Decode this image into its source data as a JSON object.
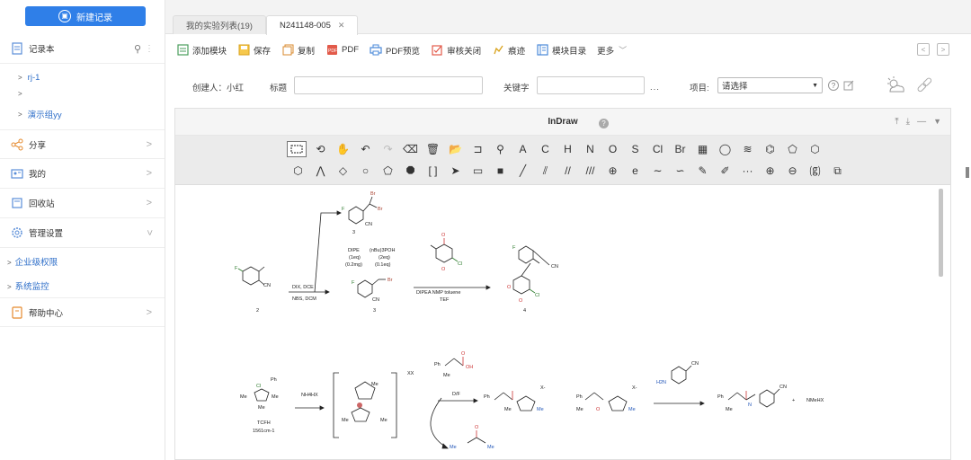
{
  "sidebar": {
    "new_record": "新建记录",
    "notebook": "记录本",
    "tree": [
      "rj-1",
      "",
      "演示组yy"
    ],
    "items": [
      {
        "label": "分享"
      },
      {
        "label": "我的"
      },
      {
        "label": "回收站"
      },
      {
        "label": "管理设置"
      }
    ],
    "sub_items": [
      "企业级权限",
      "系统监控"
    ],
    "help": "帮助中心"
  },
  "tabs": [
    {
      "label": "我的实验列表(19)"
    },
    {
      "label": "N241148-005"
    }
  ],
  "toolbar": {
    "add_module": "添加模块",
    "save": "保存",
    "copy": "复制",
    "pdf": "PDF",
    "pdf_preview": "PDF预览",
    "review_close": "审核关闭",
    "trace": "痕迹",
    "module_dir": "模块目录",
    "more": "更多"
  },
  "form": {
    "creator_label": "创建人：小红",
    "title_label": "标题",
    "title_value": "",
    "keywords_label": "关键字",
    "keywords_value": "",
    "ellipsis": "...",
    "project_label": "项目:",
    "project_value": "请选择"
  },
  "editor": {
    "title": "InDraw",
    "help": "?"
  },
  "tools": {
    "row1": [
      "A",
      "C",
      "H",
      "N",
      "O",
      "S",
      "Cl",
      "Br"
    ],
    "row2": []
  },
  "scheme": {
    "c2_label": "2",
    "c3_label": "3",
    "c3b_label": "3",
    "c4_label": "4",
    "arrow1_top": "DIX, DCE",
    "arrow1_bottom": "NBS, DCM",
    "reagent1": "DIPE",
    "reagent1_eq": "(1eq)",
    "reagent1_amt": "(0.2mg)",
    "reagent2": "(nBu)3POH",
    "reagent2_eq": "(2eq)",
    "reagent2_amt": "(0.1eq)",
    "arrow2_top": "DIPEA  NMP  toluene",
    "arrow2_bottom": "TEF",
    "tcfh_label": "TCFH",
    "tcfh_cas": "1561cm-1",
    "arrow3_label": "NH4HX",
    "step_label": "XX",
    "reagent_bottom": "D/F",
    "byproduct": "NMeHX",
    "cn": "CN",
    "br": "Br",
    "cl": "Cl",
    "f": "F",
    "o": "O",
    "oh": "OH",
    "nh2": "H2N",
    "ph": "Ph",
    "me": "Me",
    "n": "N",
    "x": "X-"
  }
}
